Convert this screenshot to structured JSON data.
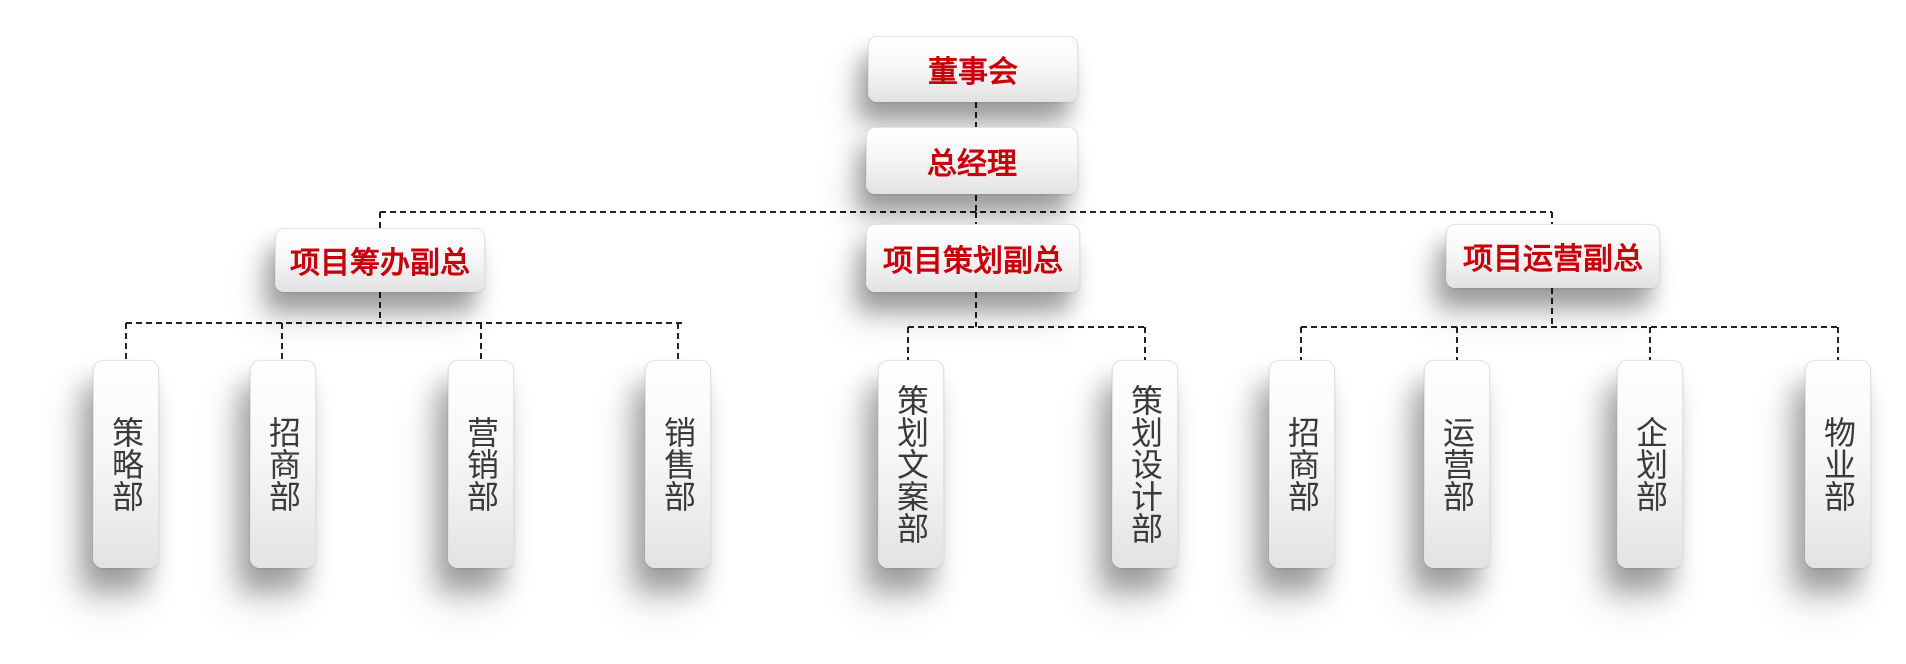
{
  "board": {
    "label": "董事会"
  },
  "gm": {
    "label": "总经理"
  },
  "vps": [
    {
      "label": "项目筹办副总",
      "departments": [
        {
          "label": "策略部"
        },
        {
          "label": "招商部"
        },
        {
          "label": "营销部"
        },
        {
          "label": "销售部"
        }
      ]
    },
    {
      "label": "项目策划副总",
      "departments": [
        {
          "label": "策划文案部"
        },
        {
          "label": "策划设计部"
        }
      ]
    },
    {
      "label": "项目运营副总",
      "departments": [
        {
          "label": "招商部"
        },
        {
          "label": "运营部"
        },
        {
          "label": "企划部"
        },
        {
          "label": "物业部"
        }
      ]
    }
  ],
  "colors": {
    "title_text": "#c8000c",
    "dept_text": "#3a3a3a",
    "connector": "#222222"
  }
}
